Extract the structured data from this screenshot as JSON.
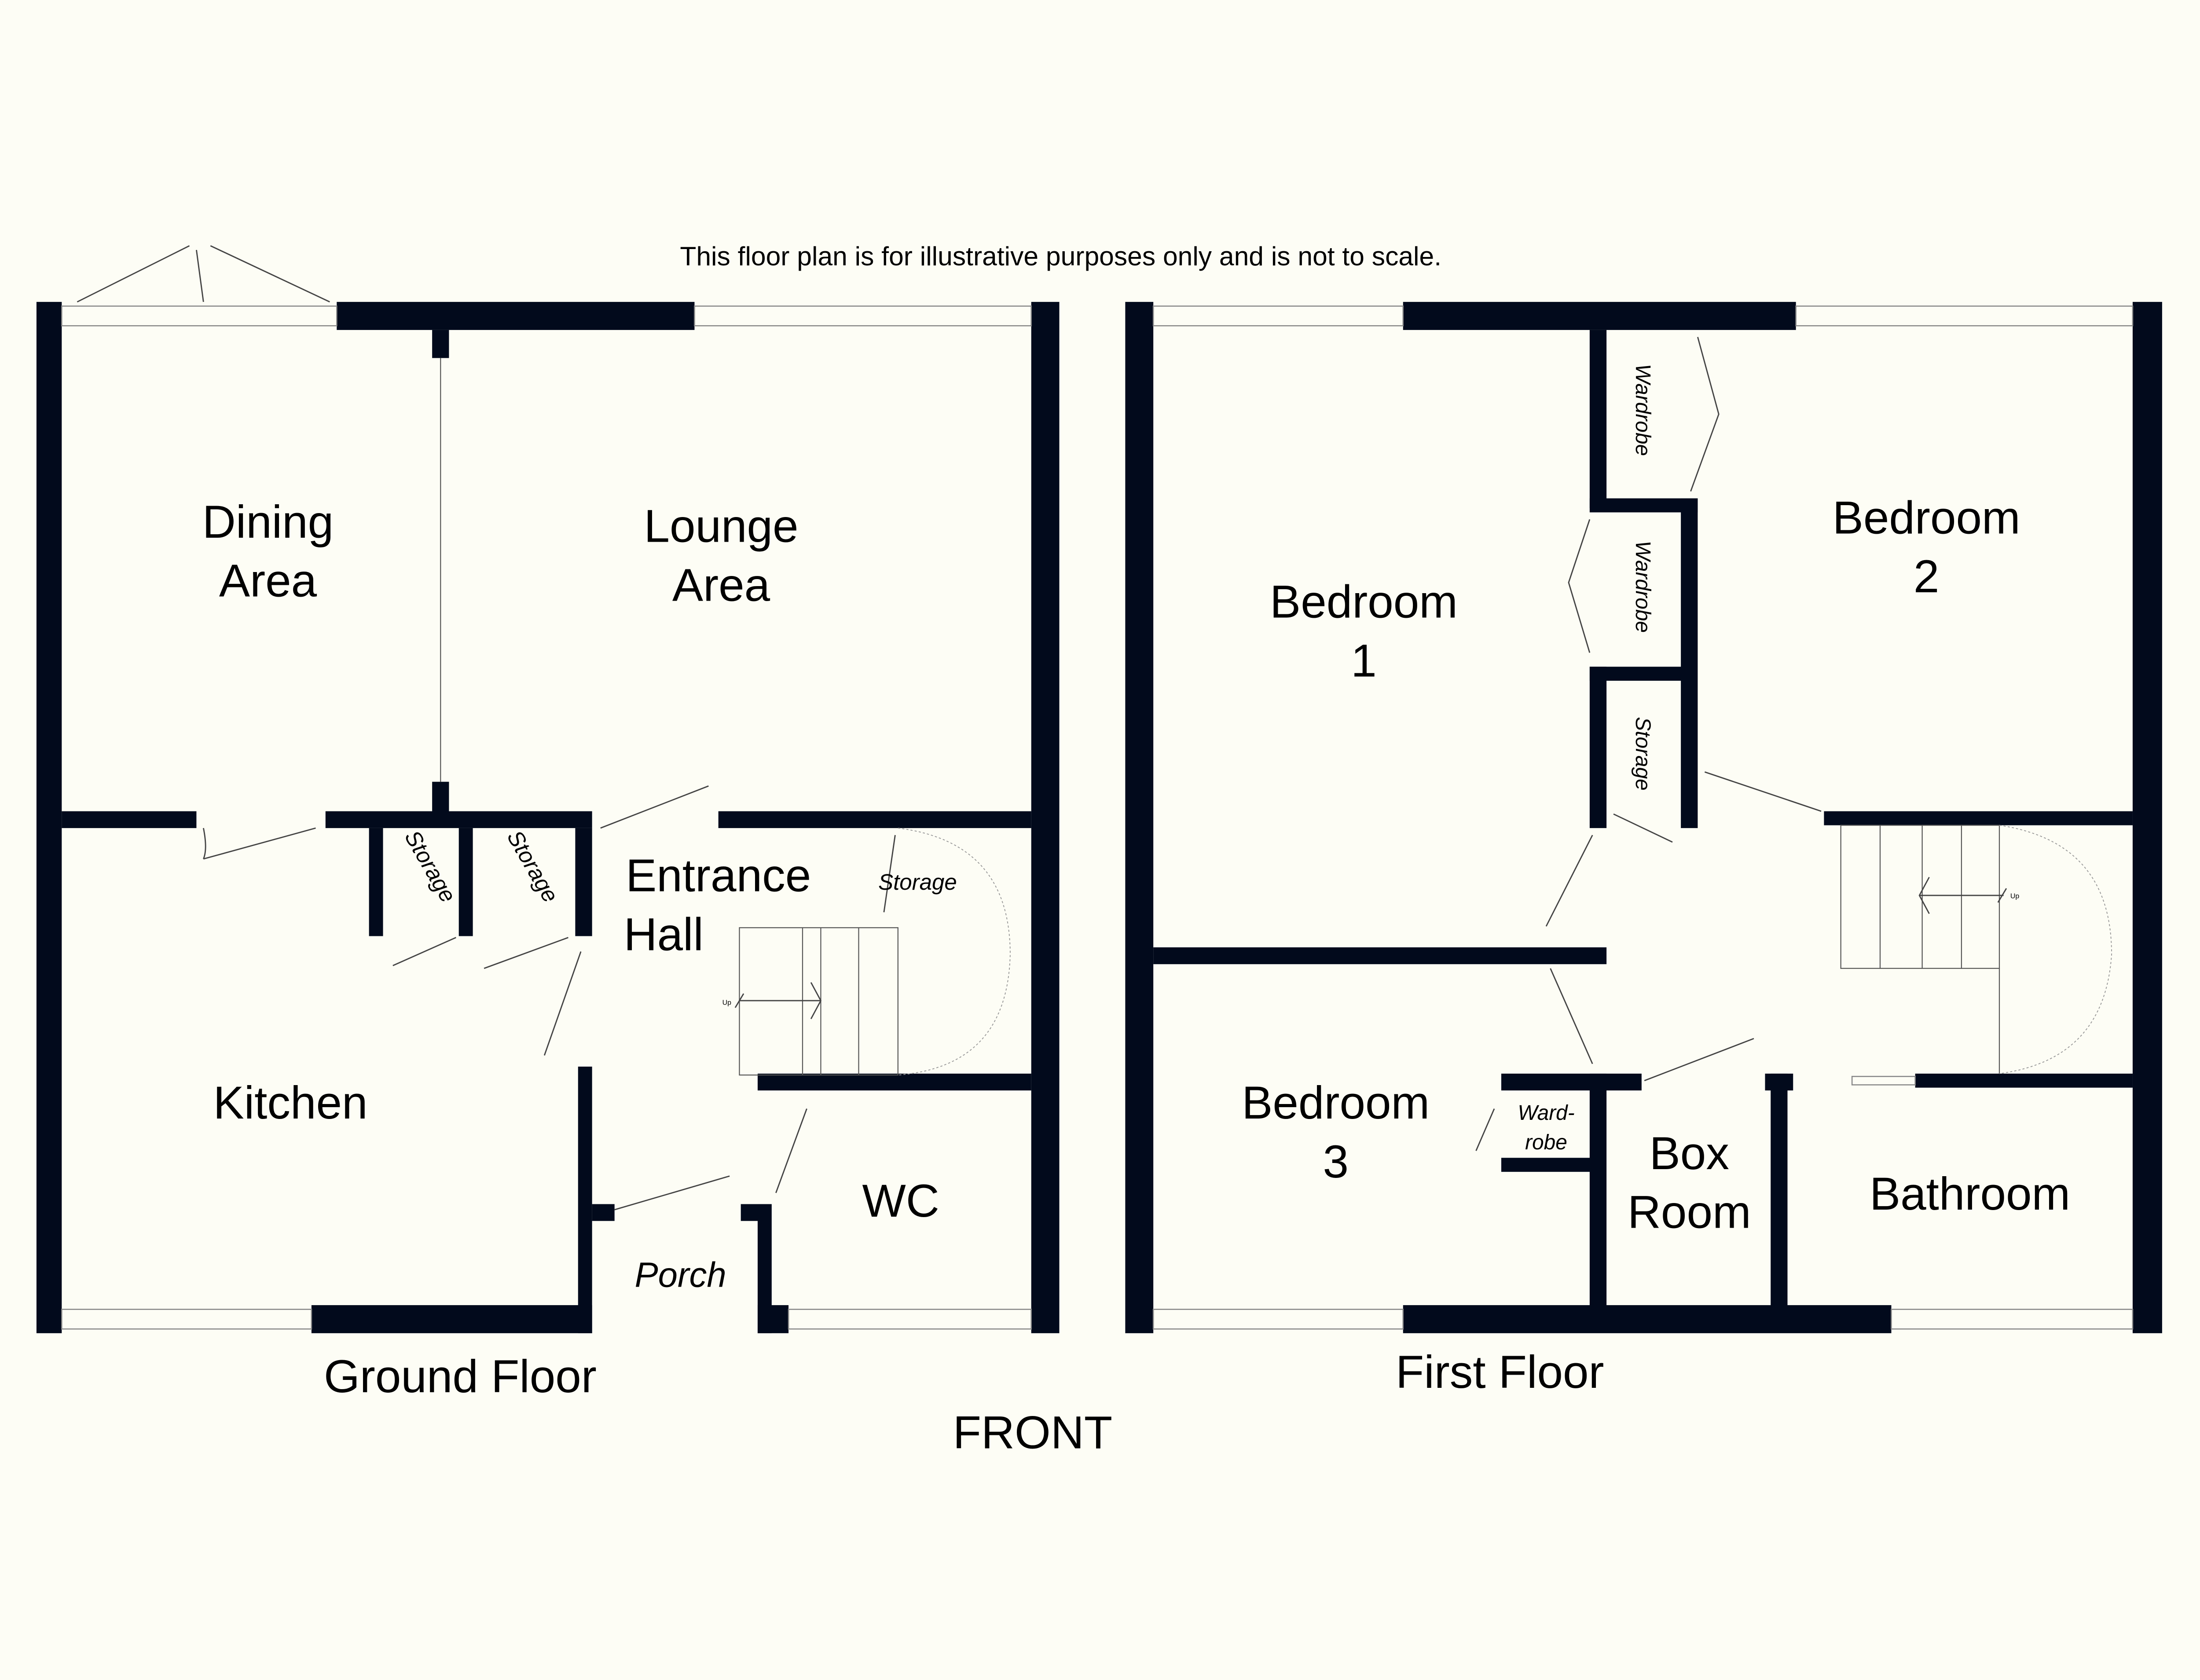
{
  "disclaimer": "This floor plan is for illustrative purposes only and is not to scale.",
  "front_label": "FRONT",
  "colors": {
    "wall": "#020a1c",
    "background": "#fdfdf5"
  },
  "ground_floor": {
    "title": "Ground Floor",
    "rooms": {
      "dining_1": "Dining",
      "dining_2": "Area",
      "lounge_1": "Lounge",
      "lounge_2": "Area",
      "kitchen": "Kitchen",
      "hall_1": "Entrance",
      "hall_2": "Hall",
      "storage_a": "Storage",
      "storage_b": "Storage",
      "storage_c": "Storage",
      "wc": "WC",
      "porch": "Porch"
    },
    "stairs_label": "Up"
  },
  "first_floor": {
    "title": "First Floor",
    "rooms": {
      "bed1_1": "Bedroom",
      "bed1_2": "1",
      "bed2_1": "Bedroom",
      "bed2_2": "2",
      "bed3_1": "Bedroom",
      "bed3_2": "3",
      "box_1": "Box",
      "box_2": "Room",
      "bathroom": "Bathroom",
      "wardrobe_a": "Wardrobe",
      "wardrobe_b": "Wardrobe",
      "storage": "Storage",
      "wardrobe_c_1": "Ward-",
      "wardrobe_c_2": "robe"
    },
    "stairs_label": "Up"
  }
}
